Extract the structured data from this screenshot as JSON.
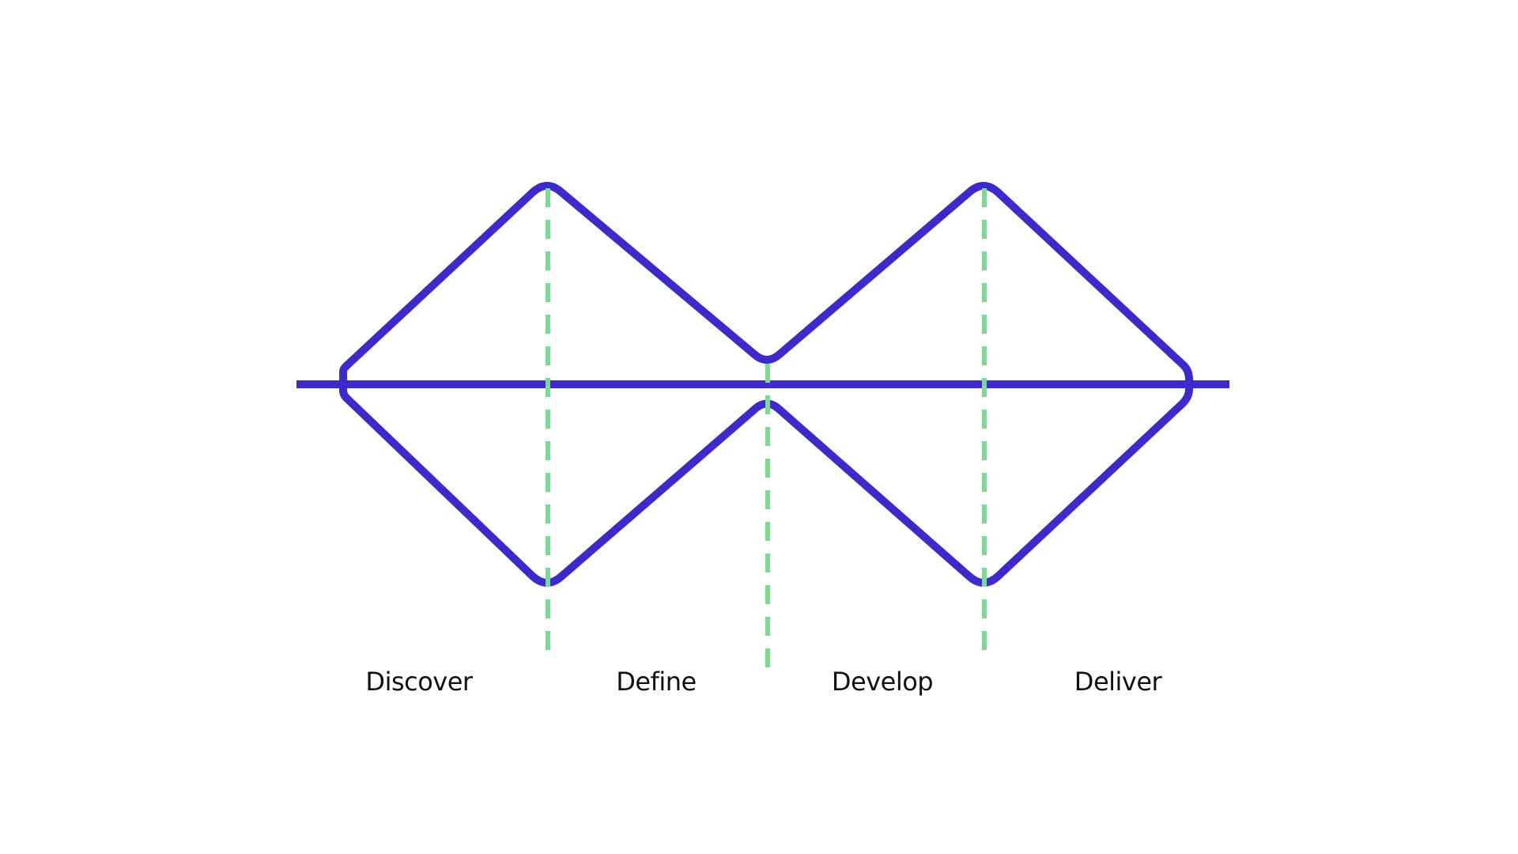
{
  "diagram": {
    "stages": [
      {
        "label": "Discover"
      },
      {
        "label": "Define"
      },
      {
        "label": "Develop"
      },
      {
        "label": "Deliver"
      }
    ]
  },
  "colors": {
    "outline": "#3D2ACF",
    "divider": "#7ADB92",
    "text": "#111111",
    "background": "#FFFFFF"
  }
}
